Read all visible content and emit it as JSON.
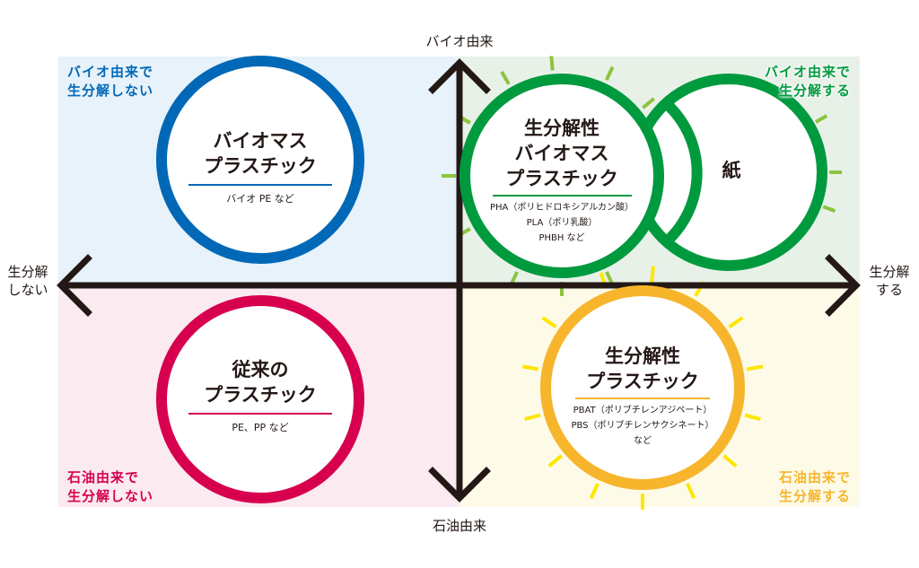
{
  "axes": {
    "top": "バイオ由来",
    "bottom": "石油由来",
    "left_1": "生分解",
    "left_2": "しない",
    "right_1": "生分解",
    "right_2": "する"
  },
  "quadrants": {
    "top_left": {
      "line1": "バイオ由来で",
      "line2": "生分解しない",
      "color": "#0068b7"
    },
    "top_right": {
      "line1": "バイオ由来で",
      "line2": "生分解する",
      "color": "#009a3e"
    },
    "bottom_left": {
      "line1": "石油由来で",
      "line2": "生分解しない",
      "color": "#d7004e"
    },
    "bottom_right": {
      "line1": "石油由来で",
      "line2": "生分解する",
      "color": "#f7b52c"
    }
  },
  "circles": {
    "biomass": {
      "title1": "バイオマス",
      "title2": "プラスチック",
      "examples": "バイオ PE など"
    },
    "conventional": {
      "title1": "従来の",
      "title2": "プラスチック",
      "examples": "PE、PP など"
    },
    "bio_biodegradable": {
      "title1": "生分解性",
      "title2": "バイオマス",
      "title3": "プラスチック",
      "ex1": "PHA（ポリヒドロキシアルカン酸）",
      "ex2": "PLA（ポリ乳酸）",
      "ex3": "PHBH など"
    },
    "paper": {
      "title": "紙"
    },
    "biodegradable": {
      "title1": "生分解性",
      "title2": "プラスチック",
      "ex1": "PBAT（ポリブチレンアジペート）",
      "ex2": "PBS（ポリブチレンサクシネート）",
      "ex3": "など"
    }
  }
}
